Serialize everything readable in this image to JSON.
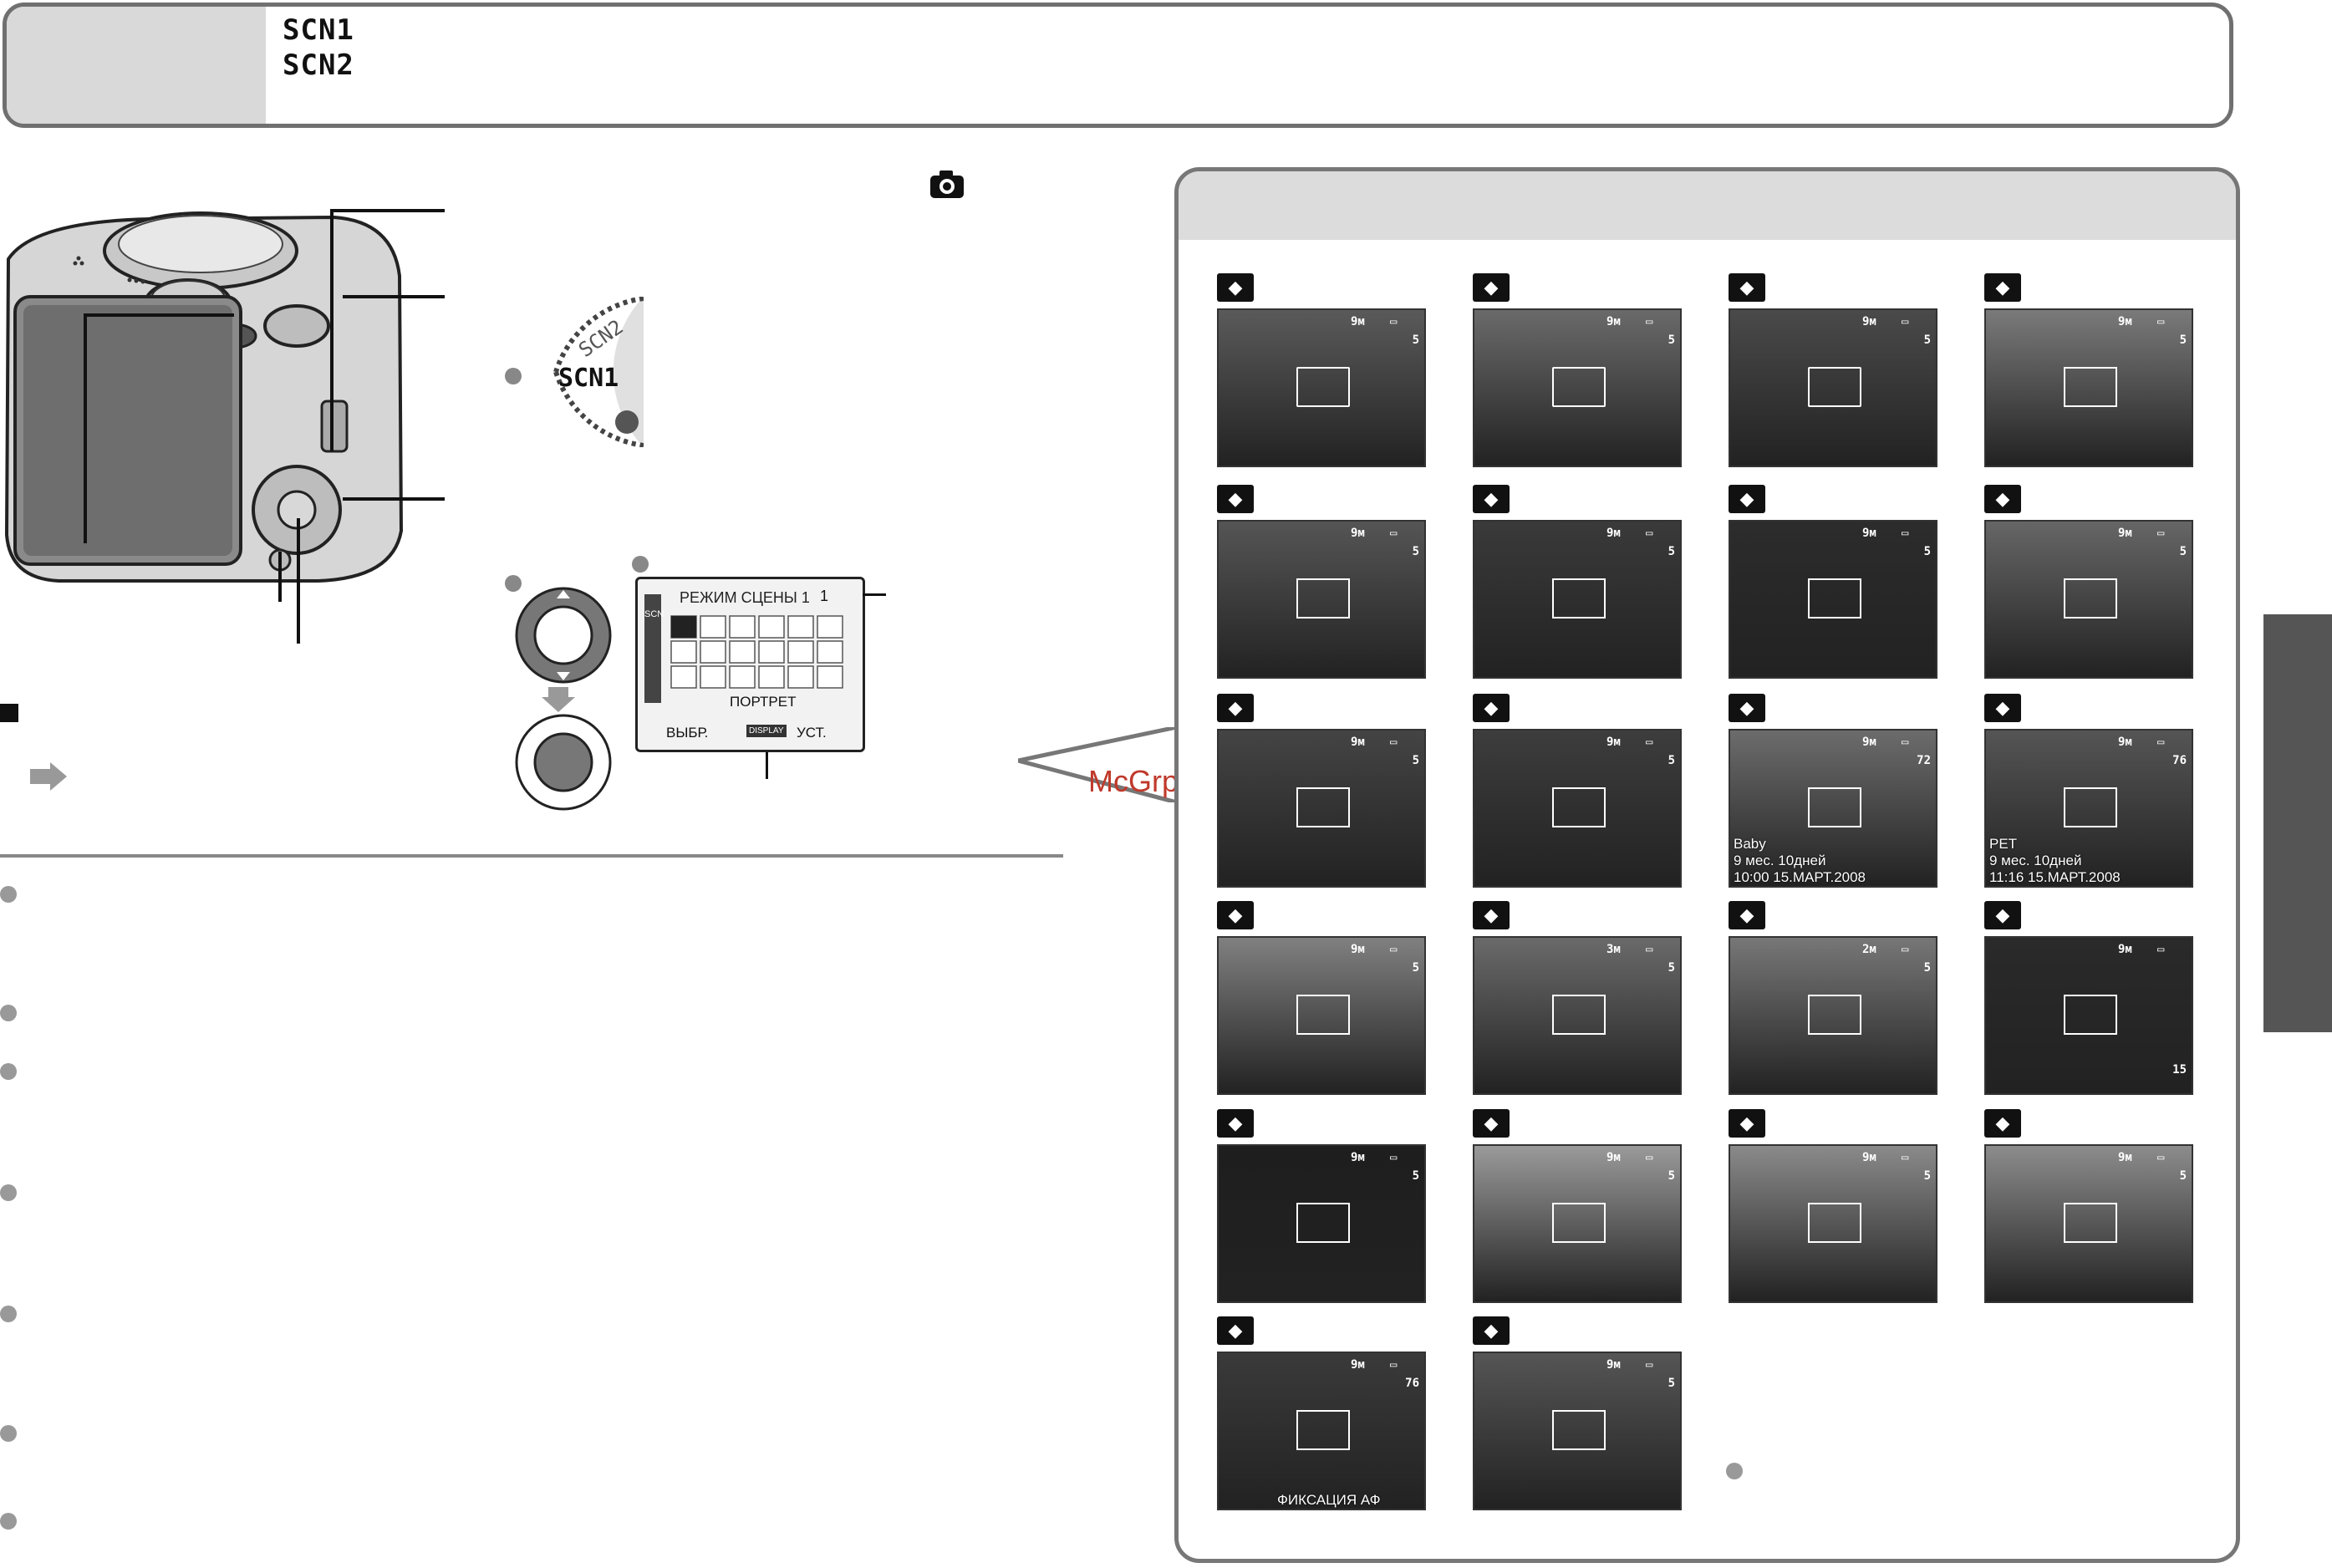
{
  "header": {
    "mode_labels": [
      "SCN1",
      "SCN2"
    ]
  },
  "dial": {
    "labels": [
      "SCN2",
      "SCN1"
    ]
  },
  "menu": {
    "title": "РЕЖИМ СЦЕНЫ 1",
    "page": "1",
    "selected_mode": "ПОРТРЕТ",
    "select_label": "ВЫБР.",
    "display_label": "DISPLAY",
    "set_label": "УСТ.",
    "tab_label": "SCN"
  },
  "watermark": "McGrp.Ru",
  "scene_thumbnails": [
    {
      "icon": "portrait-icon",
      "count": "5",
      "caption": []
    },
    {
      "icon": "soft-skin-icon",
      "count": "5",
      "caption": []
    },
    {
      "icon": "self-portrait-icon",
      "count": "5",
      "caption": []
    },
    {
      "icon": "scenery-icon",
      "count": "5",
      "caption": []
    },
    {
      "icon": "sports-icon",
      "count": "5",
      "caption": []
    },
    {
      "icon": "night-portrait-icon",
      "count": "5",
      "caption": []
    },
    {
      "icon": "night-scenery-icon",
      "count": "5",
      "caption": []
    },
    {
      "icon": "food-icon",
      "count": "5",
      "caption": []
    },
    {
      "icon": "party-icon",
      "count": "5",
      "caption": []
    },
    {
      "icon": "candle-light-icon",
      "count": "5",
      "caption": []
    },
    {
      "icon": "baby-icon",
      "count": "72",
      "caption": [
        "Baby",
        "9 мес. 10дней",
        "10:00 15.МАРТ.2008"
      ]
    },
    {
      "icon": "pet-icon",
      "count": "76",
      "caption": [
        "PET",
        "9 мес. 10дней",
        "11:16 15.МАРТ.2008"
      ]
    },
    {
      "icon": "sunset-icon",
      "count": "5",
      "caption": []
    },
    {
      "icon": "high-sensitivity-icon",
      "count": "5",
      "caption": []
    },
    {
      "icon": "hi-speed-burst-icon",
      "count": "5",
      "caption": []
    },
    {
      "icon": "starry-sky-icon",
      "count": "15",
      "caption": []
    },
    {
      "icon": "fireworks-icon",
      "count": "5",
      "caption": []
    },
    {
      "icon": "beach-icon",
      "count": "5",
      "caption": []
    },
    {
      "icon": "snow-icon",
      "count": "5",
      "caption": []
    },
    {
      "icon": "aerial-photo-icon",
      "count": "5",
      "caption": []
    },
    {
      "icon": "underwater-icon",
      "count": "76",
      "caption": [
        "ФИКСАЦИЯ АФ"
      ]
    },
    {
      "icon": "photo-frame-icon",
      "count": "5",
      "caption": []
    }
  ],
  "hud": {
    "res": "9м",
    "res_alt": "2м",
    "res_alt2": "3м"
  }
}
